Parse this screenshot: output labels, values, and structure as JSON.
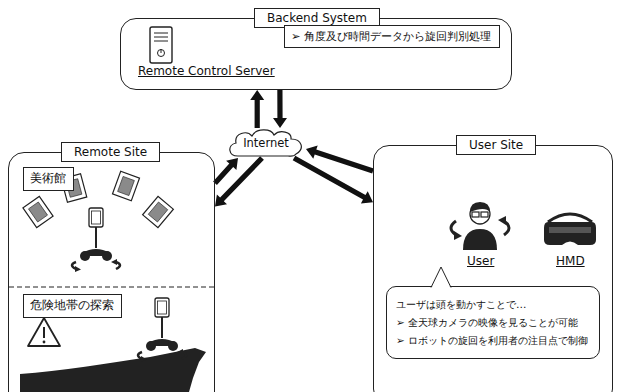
{
  "diagram": {
    "nodes": [
      {
        "text": [
          "Backend System"
        ]
      },
      {
        "text": [
          "➢ 角度及び時間データから旋回判別処理"
        ],
        "in": 0
      },
      {
        "text": [
          "Internet"
        ]
      },
      {
        "text": [
          "Remote Site"
        ]
      },
      {
        "text": [
          "美術館"
        ],
        "in": 3
      },
      {
        "text": [
          "危険地帯の探索"
        ],
        "in": 3
      },
      {
        "text": [
          "User Site"
        ]
      },
      {
        "text": [
          "ユーザは頭を動かすことで…",
          "➢ 全天球カメラの映像を見ることが可能",
          "➢ ロボットの旋回を利用者の注目点で制御"
        ],
        "in": 6
      }
    ],
    "edges": [
      {
        "from": 2,
        "to": 0,
        "arrow": "to"
      },
      {
        "from": 0,
        "to": 2,
        "arrow": "to"
      },
      {
        "from": 3,
        "to": 2,
        "arrow": "to"
      },
      {
        "from": 2,
        "to": 3,
        "arrow": "to"
      },
      {
        "from": 6,
        "to": 2,
        "arrow": "to"
      },
      {
        "from": 2,
        "to": 6,
        "arrow": "to"
      }
    ],
    "labels": [
      "Remote Control Server",
      "User",
      "HMD"
    ]
  }
}
